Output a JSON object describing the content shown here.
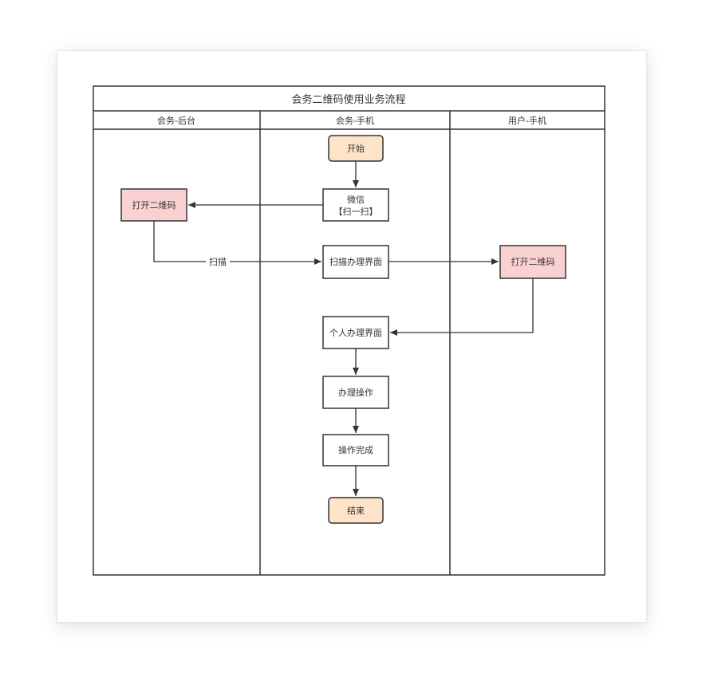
{
  "title": "会务二维码使用业务流程",
  "lanes": [
    {
      "label": "会务-后台"
    },
    {
      "label": "会务-手机"
    },
    {
      "label": "用户-手机"
    }
  ],
  "nodes": {
    "start": "开始",
    "wechat_line1": "微信",
    "wechat_line2": "【扫一扫】",
    "open_qr_backend": "打开二维码",
    "scan_ui": "扫描办理界面",
    "open_qr_user": "打开二维码",
    "personal_ui": "个人办理界面",
    "operate": "办理操作",
    "operate_done": "操作完成",
    "end": "结束"
  },
  "edges": {
    "scan_label": "扫描"
  },
  "colors": {
    "terminal_fill": "#fde3c8",
    "highlight_fill": "#f9d1d1",
    "line": "#333333"
  }
}
